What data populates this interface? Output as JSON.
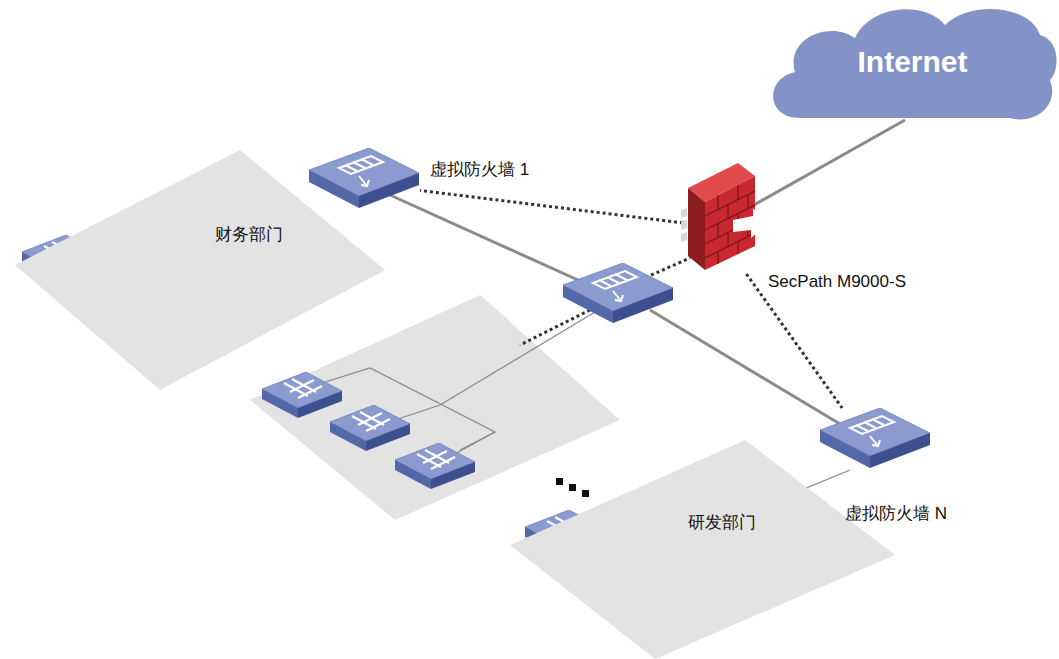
{
  "diagram": {
    "nodes": [
      {
        "text": [
          "Internet"
        ]
      },
      {
        "text": [
          "虚拟防火墙 1"
        ]
      },
      {
        "text": [
          "财务部门"
        ]
      },
      {
        "text": [
          "SecPath M9000-S"
        ]
      },
      {
        "text": [
          "研发部门"
        ]
      },
      {
        "text": [
          "虚拟防火墙 N"
        ]
      }
    ],
    "edges": [
      {
        "from": 0,
        "to": 3,
        "arrow": "none"
      },
      {
        "from": 3,
        "to": 1,
        "arrow": "none"
      },
      {
        "from": 3,
        "to": 5,
        "arrow": "none"
      }
    ]
  }
}
